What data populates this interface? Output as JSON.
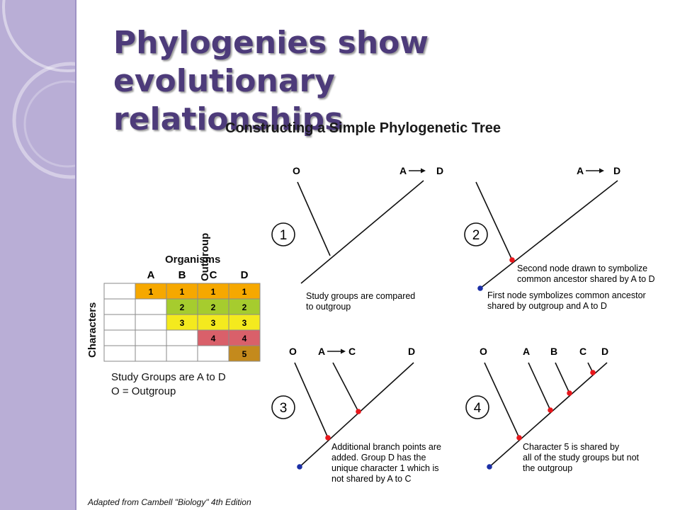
{
  "slide": {
    "title_line1": "Phylogenies show evolutionary",
    "title_line2": "relationships",
    "figure_title": "Constructing a Simple Phylogenetic Tree",
    "credit": "Adapted from Cambell \"Biology\" 4th Edition"
  },
  "matrix": {
    "outgroup_label": "Outgroup",
    "organisms_label": "Organisms",
    "characters_label": "Characters",
    "columns": [
      "A",
      "B",
      "C",
      "D"
    ],
    "rows": [
      {
        "color": "#f6a800",
        "cells": [
          "1",
          "1",
          "1",
          "1"
        ]
      },
      {
        "color": "#a6cc2e",
        "cells": [
          "",
          "2",
          "2",
          "2"
        ]
      },
      {
        "color": "#f4ea1e",
        "cells": [
          "",
          "3",
          "3",
          "3"
        ]
      },
      {
        "color": "#d9606a",
        "cells": [
          "",
          "",
          "4",
          "4"
        ]
      },
      {
        "color": "#c48a1c",
        "cells": [
          "",
          "",
          "",
          "5"
        ]
      }
    ],
    "note_line1": "Study Groups are A to D",
    "note_line2": "O = Outgroup"
  },
  "panels": [
    {
      "number": "1",
      "labels": {
        "o": "O",
        "a": "A",
        "d": "D"
      },
      "caption": [
        "Study groups are compared",
        "to outgroup"
      ]
    },
    {
      "number": "2",
      "labels": {
        "a": "A",
        "d": "D"
      },
      "caption_top": [
        "Second node drawn to symbolize",
        "common ancestor shared by A to D"
      ],
      "caption_bottom": [
        "First node symbolizes common ancestor",
        "shared by outgroup and A to D"
      ]
    },
    {
      "number": "3",
      "labels": {
        "o": "O",
        "a": "A",
        "c": "C",
        "d": "D"
      },
      "caption": [
        "Additional branch points are",
        "added. Group D has the",
        "unique character 1 which is",
        "not shared by A to C"
      ]
    },
    {
      "number": "4",
      "labels": {
        "o": "O",
        "a": "A",
        "b": "B",
        "c": "C",
        "d": "D"
      },
      "caption": [
        "Character 5 is shared by",
        "all of the study groups but not",
        "the outgroup"
      ]
    }
  ],
  "colors": {
    "node_red": "#e8161b",
    "root_blue": "#1b2fa6",
    "title_purple": "#4d3b7a",
    "sidebar": "#b9aed6"
  }
}
